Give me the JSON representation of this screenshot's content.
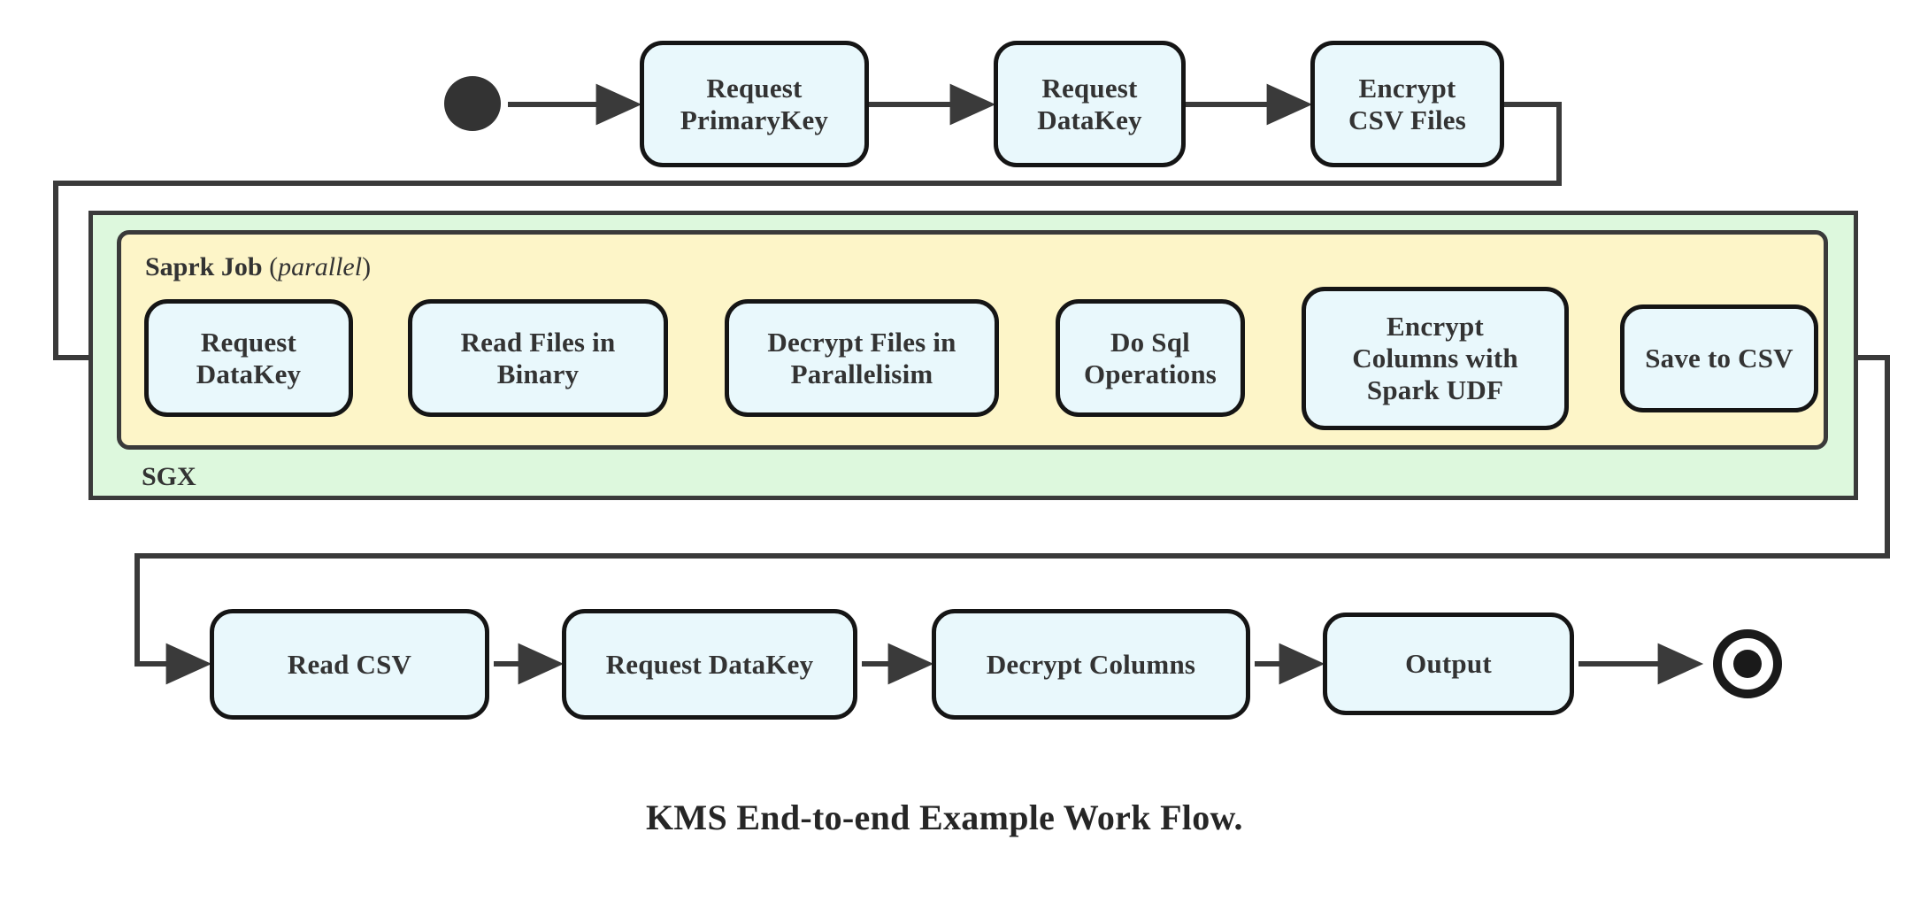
{
  "diagram": {
    "caption": "KMS End-to-end Example Work Flow.",
    "colors": {
      "node_fill": "#e9f8fc",
      "node_border": "#151515",
      "sgx_fill": "#ddf8dd",
      "spark_fill": "#fdf5c8",
      "container_border": "#3a3a3a",
      "edge": "#3a3a3a",
      "text": "#333333",
      "start_node": "#333333",
      "end_node": "#1a1a1a"
    },
    "groups": {
      "sgx": {
        "label": "SGX"
      },
      "spark": {
        "label": "Saprk Job",
        "modifier": "parallel",
        "paren_open": " (",
        "paren_close": ")"
      }
    },
    "markers": {
      "start": "start-node-filled-circle",
      "end": "end-node-bullseye-circle"
    },
    "rows": {
      "top": [
        {
          "id": "request-primarykey",
          "label": "Request\nPrimaryKey"
        },
        {
          "id": "request-datakey-top",
          "label": "Request\nDataKey"
        },
        {
          "id": "encrypt-csv-files",
          "label": "Encrypt\nCSV Files"
        }
      ],
      "spark": [
        {
          "id": "request-datakey-spark",
          "label": "Request\nDataKey"
        },
        {
          "id": "read-files-in-binary",
          "label": "Read Files in\nBinary"
        },
        {
          "id": "decrypt-files-in-parallelisim",
          "label": "Decrypt Files in\nParallelisim"
        },
        {
          "id": "do-sql-operations",
          "label": "Do Sql\nOperations"
        },
        {
          "id": "encrypt-columns-with-spark-udf",
          "label": "Encrypt\nColumns with\nSpark UDF"
        },
        {
          "id": "save-to-csv",
          "label": "Save to CSV"
        }
      ],
      "bottom": [
        {
          "id": "read-csv",
          "label": "Read CSV"
        },
        {
          "id": "request-datakey-bottom",
          "label": "Request DataKey"
        },
        {
          "id": "decrypt-columns",
          "label": "Decrypt Columns"
        },
        {
          "id": "output",
          "label": "Output"
        }
      ]
    }
  }
}
